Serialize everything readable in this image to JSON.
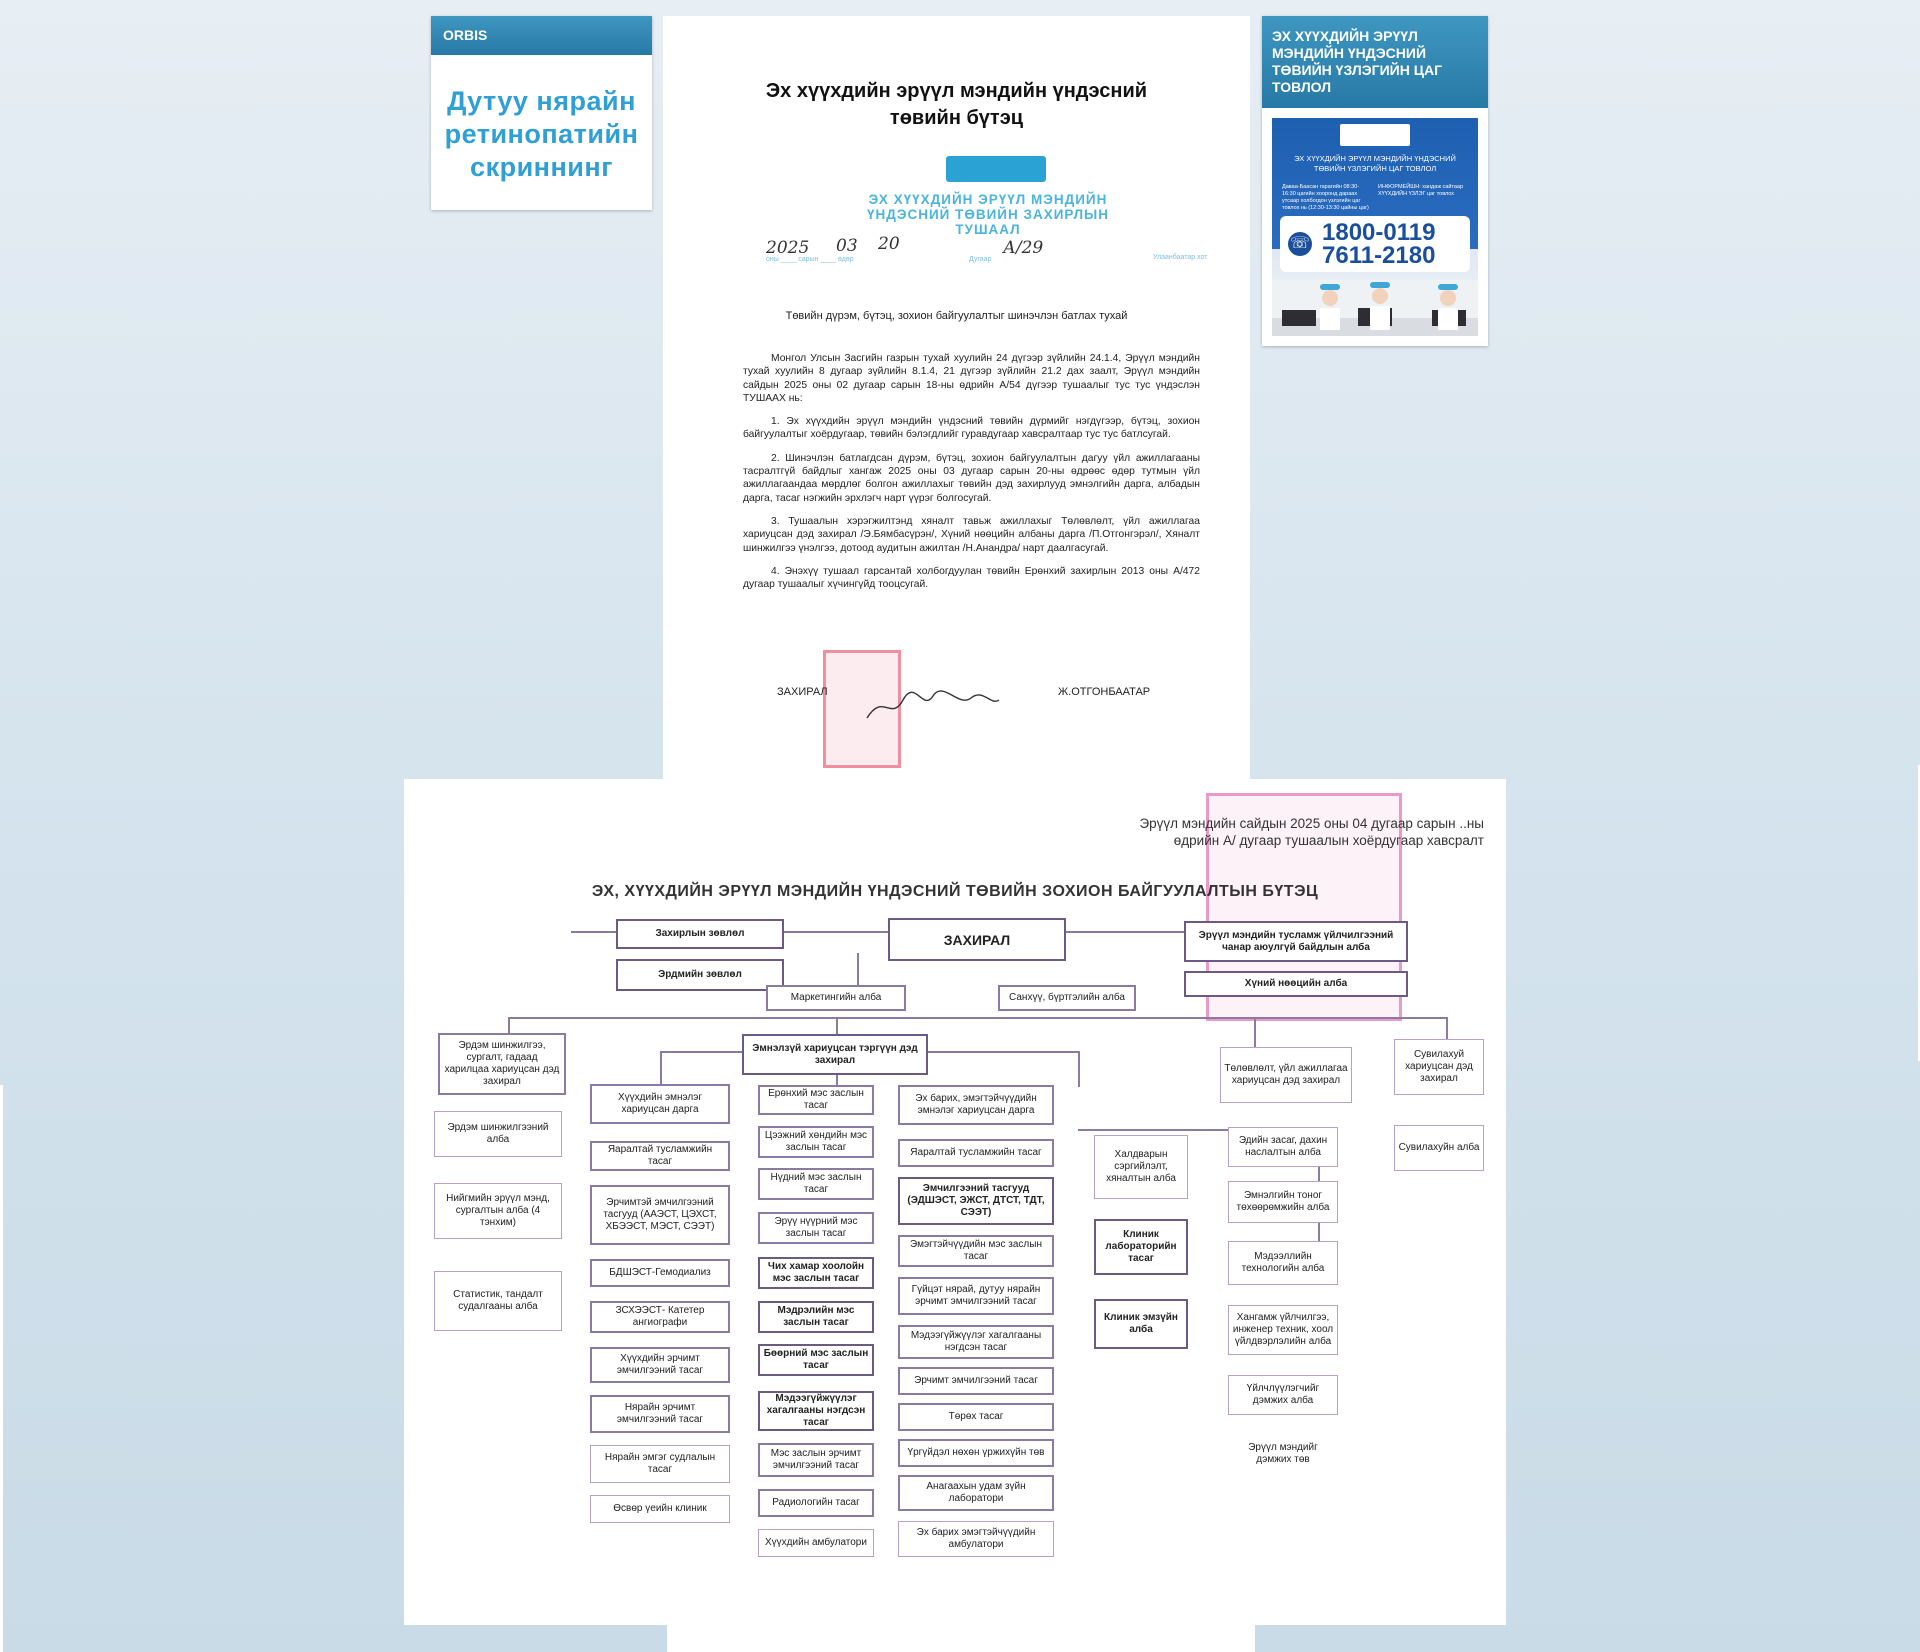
{
  "orbis_widget": {
    "header": "ORBIS",
    "art_lines": [
      "Дутуу нярайн",
      "ретинопатийн",
      "скриннинг"
    ]
  },
  "hotline_widget": {
    "header": "ЭХ ХҮҮХДИЙН ЭРҮҮЛ МЭНДИЙН ҮНДЭСНИЙ ТӨВИЙН ҮЗЛЭГИЙН ЦАГ ТОВЛОЛ",
    "poster_title": "ЭХ ХҮҮХДИЙН ЭРҮҮЛ МЭНДИЙН ҮНДЭСНИЙ ТӨВИЙН ҮЗЛЭГИЙН ЦАГ ТОВЛОЛ",
    "poster_small_left": "Даваа-Баасан гарагийн 08:30-16:30 цагийн хооронд дараах утсаар холбогдон үзлэгийн цаг товлох нь (12:30-13:30 цайны цаг)",
    "poster_small_right": "ИНФОРМЕЙШН: хандаж сайтаар ХҮҮХДИЙН ҮЗЛЭГ цаг товлох",
    "phone_1": "1800-0119",
    "phone_2": "7611-2180",
    "colors": {
      "header": "#2a7fad",
      "poster": "#1e5fb0"
    }
  },
  "order_document": {
    "title_line1": "Эх хүүхдийн эрүүл мэндийн үндэсний",
    "title_line2": "төвийн бүтэц",
    "agency_line1": "ЭХ ХҮҮХДИЙН ЭРҮҮЛ МЭНДИЙН",
    "agency_line2": "ҮНДЭСНИЙ ТӨВИЙН ЗАХИРЛЫН",
    "agency_line3": "ТУШААЛ",
    "date_year": "2025",
    "date_month": "03",
    "date_day": "20",
    "date_labels": "оны ____ сарын ____ өдөр",
    "number_label": "Дугаар",
    "number_value": "А/29",
    "city": "Улаанбаатар хот",
    "subject": "Төвийн дүрэм, бүтэц, зохион байгуулалтыг шинэчлэн батлах тухай",
    "paragraphs": [
      "Монгол Улсын Засгийн газрын тухай хуулийн 24 дүгээр зүйлийн 24.1.4, Эрүүл мэндийн тухай хуулийн 8 дугаар зүйлийн 8.1.4, 21 дүгээр зүйлийн 21.2 дах заалт, Эрүүл мэндийн сайдын 2025 оны 02 дугаар сарын 18-ны өдрийн А/54 дүгээр тушаалыг тус тус үндэслэн ТУШААХ нь:",
      "1. Эх хүүхдийн эрүүл мэндийн үндэсний төвийн дүрмийг нэгдүгээр, бүтэц, зохион байгуулалтыг хоёрдугаар, төвийн бэлэгдлийг гуравдугаар хавсралтаар тус тус батлсугай.",
      "2. Шинэчлэн батлагдсан дүрэм, бүтэц, зохион байгуулалтын дагуу үйл ажиллагааны тасралтгүй байдлыг хангаж 2025 оны 03 дугаар сарын 20-ны өдрөөс өдөр тутмын үйл ажиллагаандаа мөрдлөг болгон ажиллахыг төвийн дэд захирлууд эмнэлгийн дарга, албадын дарга, тасаг нэгжийн эрхлэгч нарт үүрэг болгосугай.",
      "3. Тушаалын хэрэгжилтэнд хяналт тавьж ажиллахыг Төлөвлөлт, үйл ажиллагаа хариуцсан дэд захирал /Э.Бямбасүрэн/, Хүний нөөцийн албаны дарга /П.Отгонгэрэл/, Хяналт шинжилгээ үнэлгээ, дотоод аудитын ажилтан /Н.Анандра/ нарт даалгасугай.",
      "4. Энэхүү тушаал гарсантай холбогдуулан төвийн Ерөнхий захирлын 2013 оны А/472 дугаар тушаалыг хүчингүйд тооцсугай."
    ],
    "signer_title": "ЗАХИРАЛ",
    "signer_name": "Ж.ОТГОНБААТАР"
  },
  "org_chart": {
    "annex_line1": "Эрүүл мэндийн сайдын 2025 оны 04 дугаар сарын ..ны",
    "annex_line2": "өдрийн А/ дугаар тушаалын хоёрдугаар хавсралт",
    "title": "ЭХ, ХҮҮХДИЙН ЭРҮҮЛ МЭНДИЙН ҮНДЭСНИЙ ТӨВИЙН ЗОХИОН БАЙГУУЛАЛТЫН БҮТЭЦ",
    "top": {
      "board": "Захирлын зөвлөл",
      "academic_council": "Эрдмийн зөвлөл",
      "director": "ЗАХИРАЛ",
      "quality": "Эрүүл мэндийн тусламж үйлчилгээний чанар аюулгүй байдлын алба",
      "hr": "Хүний нөөцийн алба",
      "marketing": "Маркетингийн алба",
      "archive": "Санхүү, бүртгэлийн алба"
    },
    "research": {
      "head": "Эрдэм шинжилгээ, сургалт, гадаад харилцаа хариуцсан дэд захирал",
      "units": [
        "Эрдэм шинжилгээний алба",
        "Нийгмийн эрүүл мэнд, сургалтын алба (4 тэнхим)",
        "Статистик, тандалт судалгааны алба"
      ]
    },
    "clinical_deputy": "Эмнэлзүй хариуцсан тэргүүн дэд захирал",
    "children": {
      "head": "Хүүхдийн эмнэлэг хариуцсан дарга",
      "units": [
        "Яаралтай тусламжийн тасаг",
        "Эрчимтэй эмчилгээний тасгууд (ААЭСТ, ЦЭХСТ, ХБЭЭСТ, МЭСТ, СЭЭТ)",
        "БДШЭСТ-Гемодиализ",
        "ЗСХЭЭСТ- Катетер ангиографи",
        "Хүүхдийн эрчимт эмчилгээний тасаг",
        "Нярайн эрчимт эмчилгээний тасаг",
        "Нярайн эмгэг судлалын тасаг",
        "Өсвөр үеийн клиник"
      ]
    },
    "surgery": {
      "units": [
        "Ерөнхий мэс заслын тасаг",
        "Цээжний хөндийн мэс заслын тасаг",
        "Нүдний мэс заслын тасаг",
        "Эрүү нүүрний мэс заслын тасаг",
        "Чих хамар хоолойн мэс заслын тасаг",
        "Мэдрэлийн мэс заслын тасаг",
        "Бөөрний мэс заслын тасаг",
        "Мэдээгүйжүүлэг хагалгааны нэгдсэн тасаг",
        "Мэс заслын эрчимт эмчилгээний тасаг",
        "Радиологийн тасаг",
        "Хүүхдийн амбулатори"
      ]
    },
    "maternity": {
      "head": "Эх барих, эмэгтэйчүүдийн эмнэлэг хариуцсан дарга",
      "units": [
        "Яаралтай тусламжийн тасаг",
        "Эмчилгээний тасгууд (ЭДШЭСТ, ЭЖСТ, ДТСТ, ТДТ, СЭЭТ)",
        "Эмэгтэйчүүдийн мэс заслын тасаг",
        "Гүйцэт нярай, дутуу нярайн эрчимт эмчилгээний тасаг",
        "Мэдээгүйжүүлэг хагалгааны нэгдсэн тасаг",
        "Эрчимт эмчилгээний тасаг",
        "Төрөх тасаг",
        "Үргүйдэл нөхөн үржихүйн төв",
        "Анагаахын удам зүйн лаборатори",
        "Эх барих эмэгтэйчүүдийн амбулатори"
      ]
    },
    "lab": {
      "units": [
        "Халдварын сэргийлэлт, хяналтын алба",
        "Клиник лабораторийн тасаг",
        "Клиник эмзүйн алба"
      ]
    },
    "planning": {
      "head": "Төлөвлөлт, үйл ажиллагаа хариуцсан дэд захирал",
      "units": [
        "Эдийн засаг, дахин наслалтын алба",
        "Эмнэлгийн тоног төхөөрөмжийн алба",
        "Мэдээллийн технологийн алба",
        "Хангамж үйлчилгээ, инженер техник, хоол үйлдвэрлэлийн алба",
        "Үйлчлүүлэгчийг дэмжих алба",
        "Эрүүл мэндийг дэмжих төв"
      ]
    },
    "nursing": {
      "head": "Сувилахуй хариуцсан дэд захирал",
      "units": [
        "Сувилахуйн алба"
      ]
    }
  }
}
